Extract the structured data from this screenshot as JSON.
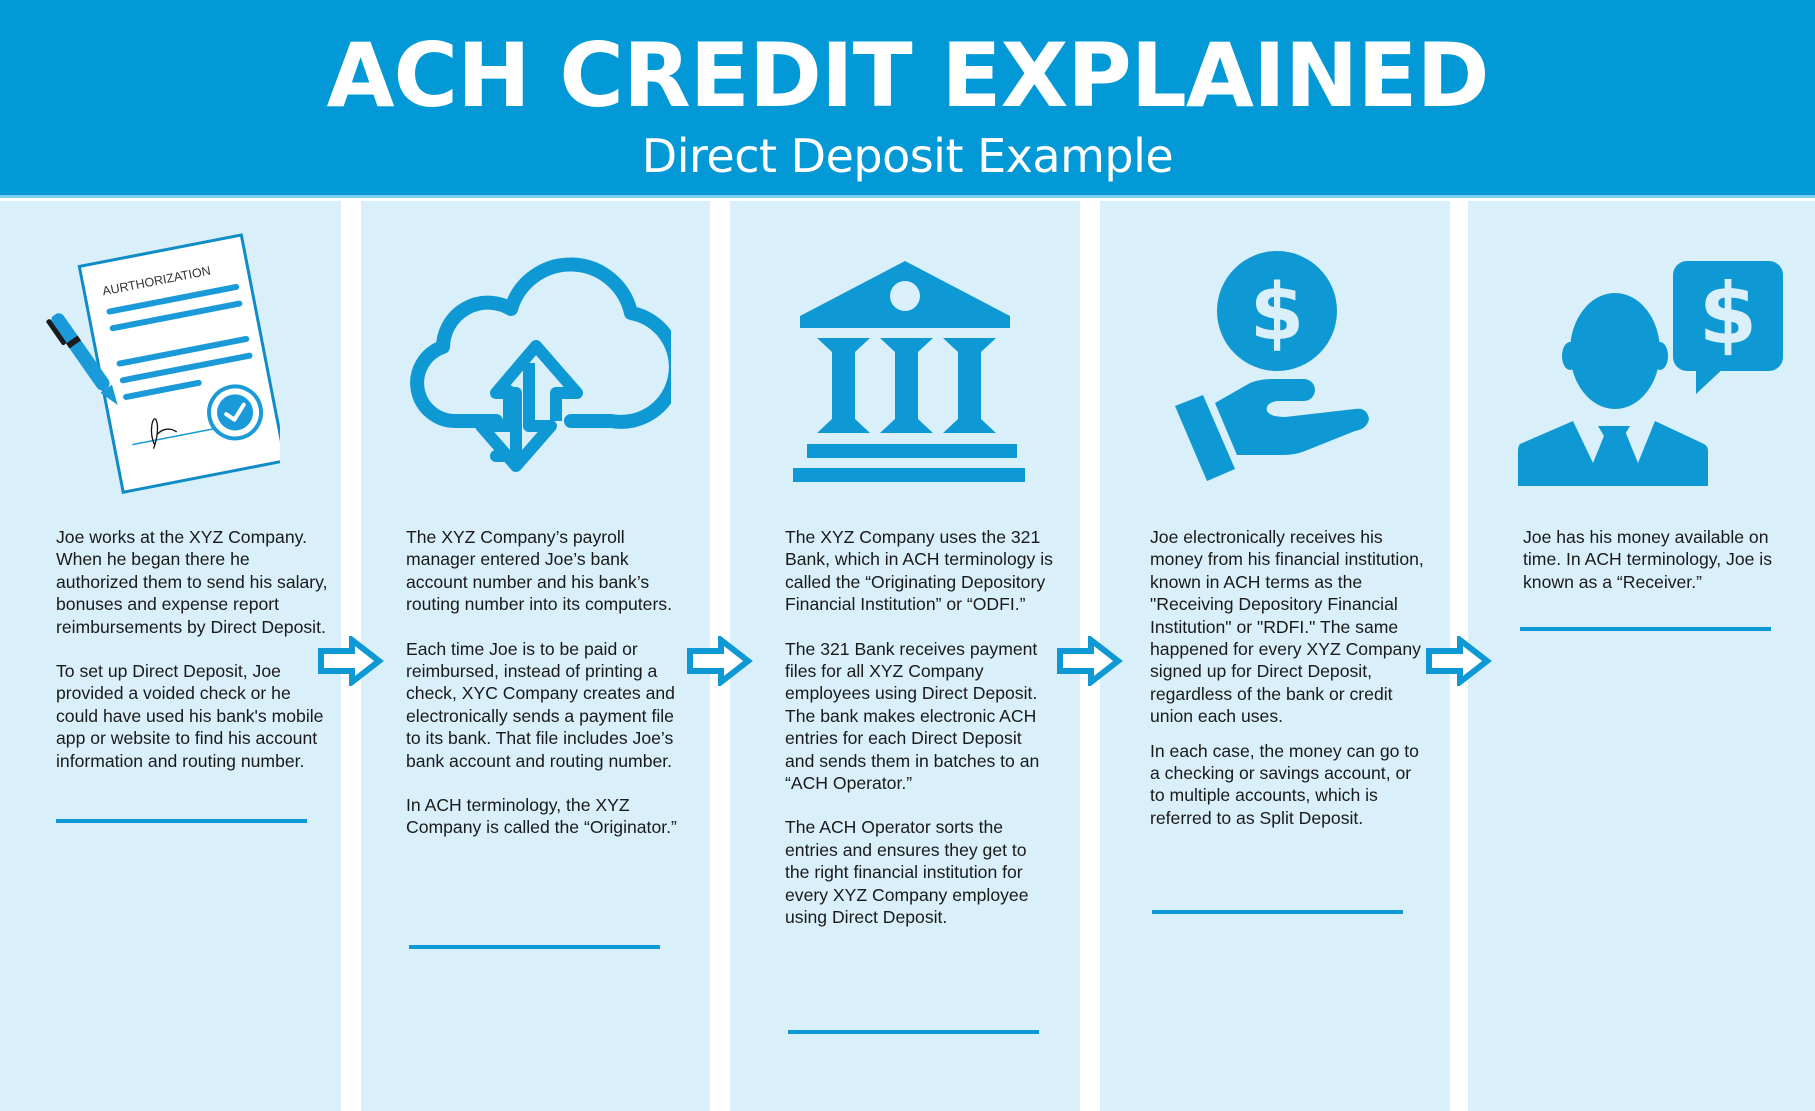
{
  "header": {
    "title": "ACH CREDIT EXPLAINED",
    "subtitle": "Direct Deposit Example"
  },
  "colors": {
    "brand_blue": "#0399d6",
    "panel_bg": "#d9eff9",
    "rule_blue": "#0f99d4",
    "text": "#1a1a1a"
  },
  "steps": [
    {
      "icon": "authorization-document-icon",
      "icon_label": "AURTHORIZATION",
      "paragraphs": [
        "Joe works at the XYZ Company. When he began there he authorized them to send his salary, bonuses and expense report reimbursements by Direct Deposit.",
        "To set up Direct Deposit, Joe provided a voided check or he could have used his bank's mobile app or website to find his account information and routing number."
      ]
    },
    {
      "icon": "cloud-transfer-icon",
      "paragraphs": [
        "The XYZ Company’s payroll manager entered Joe’s bank account number and his bank’s routing number into its computers.",
        "Each time Joe is to be paid or reimbursed, instead of printing a check, XYC Company creates and electronically sends a payment file to its bank. That file includes Joe’s bank account and routing number.",
        "In ACH terminology, the XYZ Company is called the “Originator.”"
      ]
    },
    {
      "icon": "bank-building-icon",
      "paragraphs": [
        "The XYZ Company uses the 321 Bank, which in ACH terminology is called the “Originating Depository Financial Institution” or “ODFI.”",
        "The 321 Bank receives payment files for all XYZ Company employees using Direct Deposit. The bank makes electronic ACH entries for each Direct Deposit and sends them in batches to an “ACH Operator.”",
        "The ACH Operator sorts the entries and ensures they get to the right financial institution for every XYZ Company employee using Direct Deposit."
      ]
    },
    {
      "icon": "hand-receiving-money-icon",
      "paragraphs": [
        "Joe electronically receives his money from his financial institution, known in ACH terms as the \"Receiving Depository Financial Institution\" or \"RDFI.\" The same happened for every XYZ Company signed up for Direct Deposit, regardless of the bank or credit union each uses.",
        "In each case, the money can go to a checking or savings account, or to multiple accounts, which is referred to as Split Deposit."
      ]
    },
    {
      "icon": "person-money-speech-icon",
      "paragraphs": [
        "Joe has his money available on time. In ACH terminology, Joe is known as a “Receiver.”"
      ]
    }
  ],
  "arrows": [
    "arrow-right",
    "arrow-right",
    "arrow-right",
    "arrow-right"
  ]
}
